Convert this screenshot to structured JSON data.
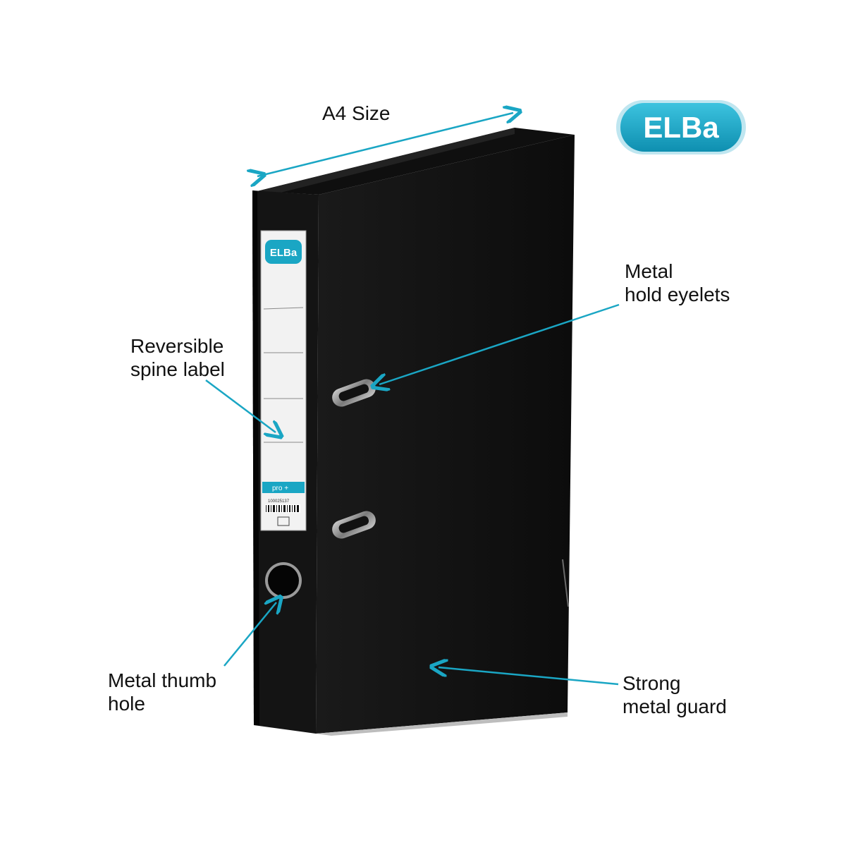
{
  "brand": {
    "name": "ELBA",
    "badge_text": "ELBa",
    "accent_color": "#1aa6c4",
    "accent_dark": "#0e87a6"
  },
  "callouts": {
    "a4_size": "A4 Size",
    "eyelets": [
      "Metal",
      "hold eyelets"
    ],
    "spine_label": [
      "Reversible",
      "spine label"
    ],
    "thumb_hole": [
      "Metal thumb",
      "hole"
    ],
    "metal_guard": [
      "Strong",
      "metal guard"
    ]
  },
  "spine_label": {
    "brand_text": "ELBa",
    "line_strip": "pro +",
    "barcode_text": "100025137"
  },
  "colors": {
    "binder": "#141414",
    "callout_line": "#1aa6c4",
    "text": "#111111"
  }
}
